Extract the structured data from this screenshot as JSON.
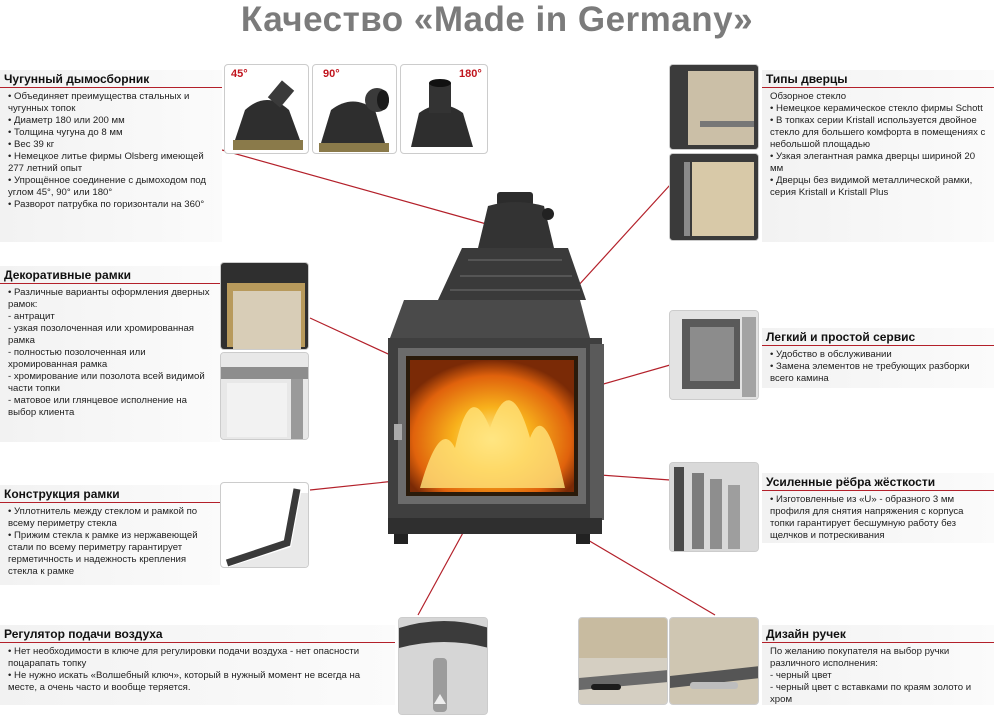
{
  "page": {
    "title": "Качество «Made in Germany»"
  },
  "angles": [
    "45°",
    "90°",
    "180°"
  ],
  "sections": {
    "smoke": {
      "title": "Чугунный дымосборник",
      "items": [
        "• Объединяет преимущества стальных и чугунных топок",
        "• Диаметр 180 или 200 мм",
        "• Толщина чугуна до 8 мм",
        "• Вес 39 кг",
        "• Немецкое литье фирмы Olsberg имеющей 277 летний опыт",
        "• Упрощённое соединение с дымоходом под углом 45°, 90° или 180°",
        "• Разворот патрубка по горизонтали на 360°"
      ]
    },
    "frames": {
      "title": "Декоративные рамки",
      "items": [
        "• Различные варианты оформления дверных рамок:",
        "- антрацит",
        "- узкая позолоченная или хромированная рамка",
        "- полностью позолоченная или хромированная рамка",
        "- хромирование или позолота всей видимой части топки",
        "- матовое или глянцевое исполнение на выбор клиента"
      ]
    },
    "construction": {
      "title": "Конструкция рамки",
      "items": [
        "• Уплотнитель между стеклом и рамкой по всему периметру стекла",
        "• Прижим стекла к рамке из нержавеющей стали по всему периметру гарантирует герметичность и надежность крепления стекла к рамке"
      ]
    },
    "air": {
      "title": "Регулятор подачи воздуха",
      "items": [
        "• Нет необходимости в ключе для регулировки подачи воздуха - нет опасности поцарапать топку",
        "• Не нужно искать «Волшебный ключ», который в нужный момент не всегда на месте, а очень часто и вообще теряется."
      ]
    },
    "doors": {
      "title": "Типы дверцы",
      "items": [
        "Обзорное стекло",
        "• Немецкое керамическое стекло фирмы Schott",
        "• В топках серии Kristall используется двойное стекло для большего комфорта в помещениях с небольшой площадью",
        "• Узкая элегантная рамка  дверцы шириной 20 мм",
        "• Дверцы без видимой металлической рамки, серия Kristall и Kristall Plus"
      ]
    },
    "service": {
      "title": "Легкий и простой сервис",
      "items": [
        "• Удобство в обслуживании",
        "• Замена элементов не требующих разборки всего камина"
      ]
    },
    "ribs": {
      "title": "Усиленные рёбра жёсткости",
      "items": [
        "• Изготовленные из «U» - образного 3 мм профиля для снятия напряжения с корпуса топки гарантирует бесшумную работу без щелчков и потрескивания"
      ]
    },
    "handles": {
      "title": "Дизайн ручек",
      "items": [
        "По желанию покупателя на выбор ручки различного исполнения:",
        "- черный цвет",
        "- черный цвет с вставками по краям золото и хром"
      ]
    }
  },
  "colors": {
    "accent": "#b3202a",
    "title": "#7b7b7b",
    "fire": "#f08a12"
  }
}
